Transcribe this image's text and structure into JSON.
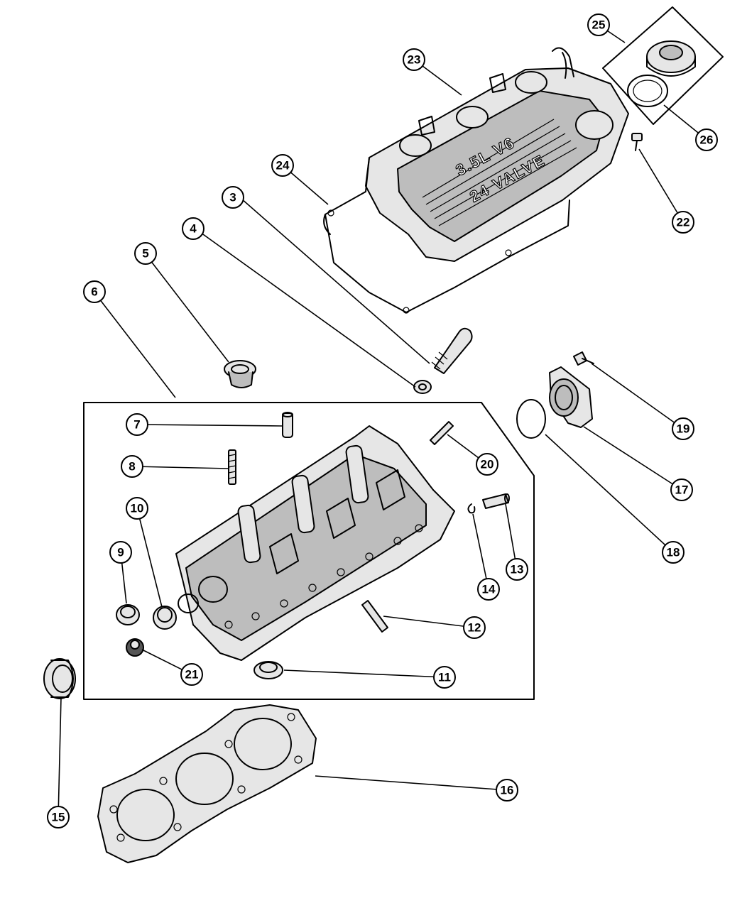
{
  "diagram": {
    "callouts": {
      "c3": "3",
      "c4": "4",
      "c5": "5",
      "c6": "6",
      "c7": "7",
      "c8": "8",
      "c9": "9",
      "c10": "10",
      "c11": "11",
      "c12": "12",
      "c13": "13",
      "c14": "14",
      "c15": "15",
      "c16": "16",
      "c17": "17",
      "c18": "18",
      "c19": "19",
      "c20": "20",
      "c21": "21",
      "c22": "22",
      "c23": "23",
      "c24": "24",
      "c25": "25",
      "c26": "26"
    },
    "cover_emboss": {
      "line1": "3.5L V6",
      "line2": "24 VALVE"
    }
  }
}
